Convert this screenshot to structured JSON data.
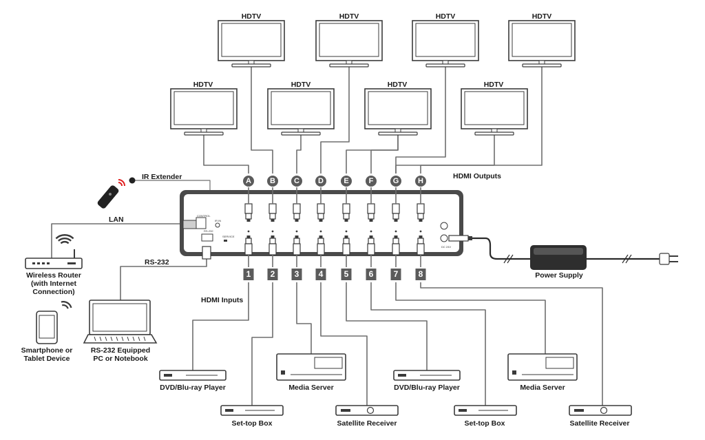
{
  "hdtv_top": [
    "HDTV",
    "HDTV",
    "HDTV",
    "HDTV"
  ],
  "hdtv_bottom": [
    "HDTV",
    "HDTV",
    "HDTV",
    "HDTV"
  ],
  "outputs": {
    "title": "HDMI Outputs",
    "ports": [
      "A",
      "B",
      "C",
      "D",
      "E",
      "F",
      "G",
      "H"
    ]
  },
  "inputs": {
    "title": "HDMI Inputs",
    "ports": [
      "1",
      "2",
      "3",
      "4",
      "5",
      "6",
      "7",
      "8"
    ]
  },
  "control": {
    "ir_extender": "IR Extender",
    "lan": "LAN",
    "rs232": "RS-232",
    "panel_control": "CONTROL",
    "panel_ir_in": "IR IN",
    "panel_rs232": "RS-232",
    "panel_service": "SERVICE",
    "panel_dc": "DC 24V"
  },
  "devices": {
    "router": "Wireless Router\n(with Internet\nConnection)",
    "phone": "Smartphone or\nTablet Device",
    "pc": "RS-232 Equipped\nPC or Notebook",
    "power": "Power Supply"
  },
  "sources": [
    "DVD/Blu-ray Player",
    "Set-top Box",
    "Media Server",
    "Satellite Receiver",
    "DVD/Blu-ray Player",
    "Set-top Box",
    "Media Server",
    "Satellite Receiver"
  ],
  "colors": {
    "line": "#6e6e6e",
    "device_outline": "#3a3a3a",
    "badge": "#5b5b5b",
    "remote_signal": "#e02020"
  },
  "icons": [
    "hdtv-icon",
    "hdmi-connector-icon",
    "router-icon",
    "wifi-icon",
    "phone-icon",
    "laptop-icon",
    "remote-icon",
    "ir-eye-icon",
    "power-adapter-icon",
    "plug-icon",
    "dvd-player-icon",
    "set-top-box-icon",
    "media-server-icon",
    "satellite-receiver-icon"
  ]
}
